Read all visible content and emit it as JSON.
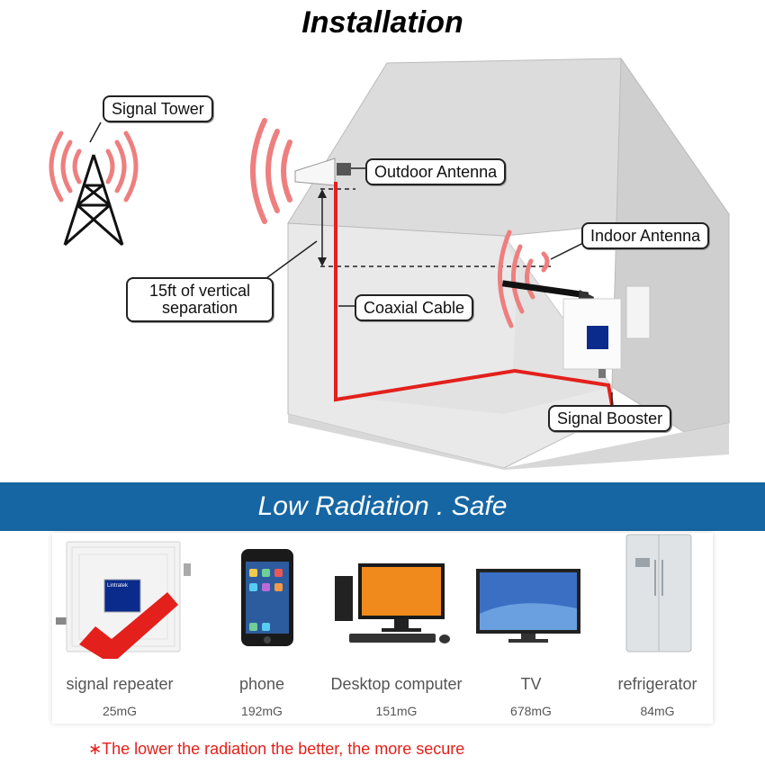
{
  "title": "Installation",
  "callouts": {
    "signal_tower": "Signal Tower",
    "outdoor_antenna": "Outdoor Antenna",
    "indoor_antenna": "Indoor Antenna",
    "vertical_separation": "15ft of vertical separation",
    "coaxial_cable": "Coaxial Cable",
    "signal_booster": "Signal Booster"
  },
  "banner": "Low Radiation . Safe",
  "comparison": {
    "items": [
      {
        "name": "signal repeater",
        "value": "25mG",
        "icon": "signal-repeater-icon"
      },
      {
        "name": "phone",
        "value": "192mG",
        "icon": "phone-icon"
      },
      {
        "name": "Desktop computer",
        "value": "151mG",
        "icon": "desktop-computer-icon"
      },
      {
        "name": "TV",
        "value": "678mG",
        "icon": "tv-icon"
      },
      {
        "name": "refrigerator",
        "value": "84mG",
        "icon": "refrigerator-icon"
      }
    ]
  },
  "booster_screen_brand": "Lintratek",
  "footnote": "∗The lower the radiation the better, the more secure",
  "colors": {
    "banner": "#1666a3",
    "cable": "#e3201b",
    "signal_waves": "#ee7f7f",
    "checkmark": "#e3201b"
  }
}
